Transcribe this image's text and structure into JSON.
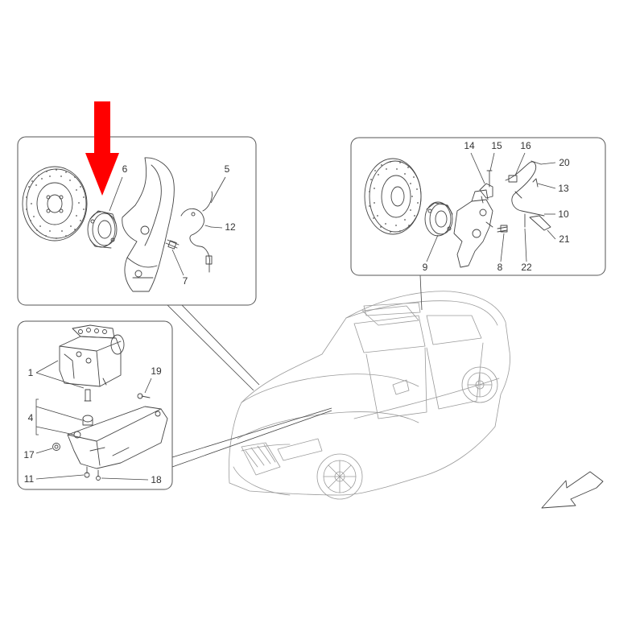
{
  "colors": {
    "highlight_arrow": "#ff0000",
    "line_art": "#444444",
    "car_outline": "#9a9a9a",
    "panel_border": "#555555"
  },
  "front_brake_panel": {
    "callouts": {
      "hub": "6",
      "sensor_cable": "5",
      "bracket_screw": "12",
      "bolt": "7"
    }
  },
  "rear_brake_panel": {
    "callouts": {
      "c14": "14",
      "c15": "15",
      "c16": "16",
      "c20": "20",
      "c13": "13",
      "c10": "10",
      "c21": "21",
      "c9": "9",
      "c8": "8",
      "c22": "22"
    }
  },
  "abs_panel": {
    "callouts": {
      "abs_unit": "1",
      "bracket_group": "4",
      "bolt_19": "19",
      "nut_17": "17",
      "screw_11": "11",
      "screw_18": "18"
    }
  },
  "icons": {
    "highlight": "down-arrow-icon",
    "orientation": "direction-arrow-icon"
  }
}
